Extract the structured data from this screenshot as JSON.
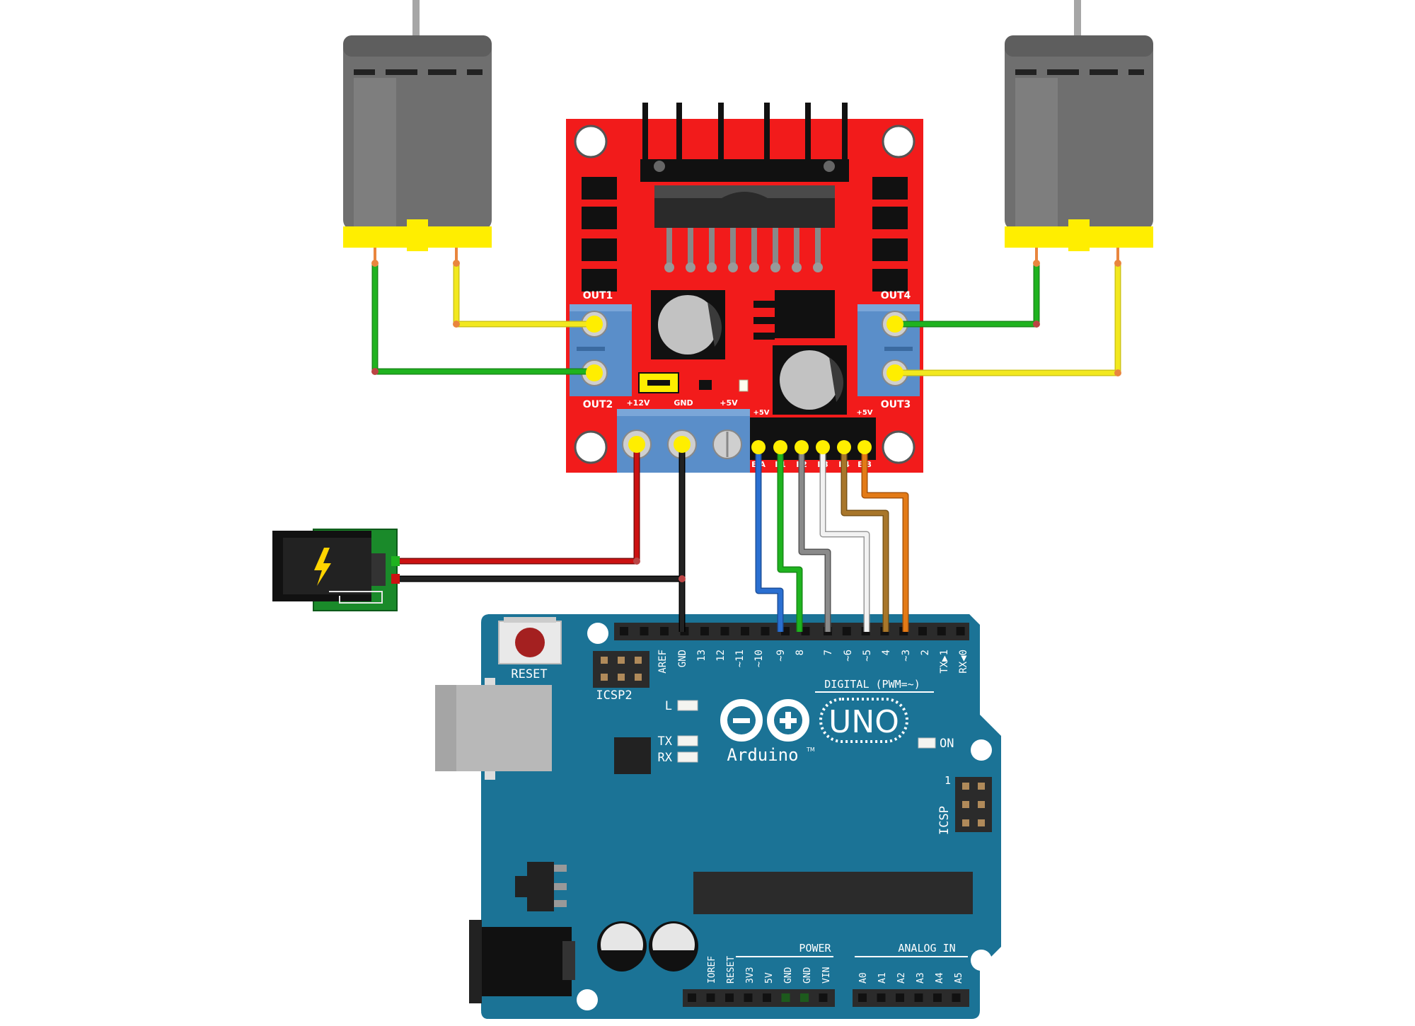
{
  "driver": {
    "labels": {
      "out1": "OUT1",
      "out2": "OUT2",
      "out3": "OUT3",
      "out4": "OUT4",
      "v12": "+12V",
      "gnd": "GND",
      "v5": "+5V",
      "ena5v": "+5V",
      "enb5v": "+5V"
    },
    "pin_labels": [
      "E A",
      "I 1",
      "I 2",
      "I 3",
      "I 4",
      "E B"
    ]
  },
  "arduino": {
    "reset": "RESET",
    "icsp2": "ICSP2",
    "icsp": "ICSP",
    "icsp_pin1": "1",
    "led_l": "L",
    "led_tx": "TX",
    "led_rx": "RX",
    "on": "ON",
    "uno": "UNO",
    "brand": "Arduino",
    "tm": "TM",
    "digital": "DIGITAL (PWM=~)",
    "power": "POWER",
    "analog": "ANALOG IN",
    "top_pins_left": [
      "AREF",
      "GND",
      "13",
      "12",
      "~11",
      "~10",
      "~9",
      "8"
    ],
    "top_pins_right": [
      "7",
      "~6",
      "~5",
      "4",
      "~3",
      "2",
      "TX▶1",
      "RX◀0"
    ],
    "power_pins": [
      "IOREF",
      "RESET",
      "3V3",
      "5V",
      "GND",
      "GND",
      "VIN"
    ],
    "analog_pins": [
      "A0",
      "A1",
      "A2",
      "A3",
      "A4",
      "A5"
    ]
  },
  "colors": {
    "driver_red": "#f21b1b",
    "arduino_teal": "#1b7396",
    "motor_gray": "#6f6f6f",
    "motor_yellow": "#ffee00",
    "wire_green": "#1fb31f",
    "wire_yellow": "#f2e81f",
    "wire_red": "#cc1111",
    "wire_black": "#111111",
    "wire_blue": "#2a6fd1",
    "wire_gray": "#808080",
    "wire_white": "#e8e8e8",
    "wire_brown": "#a8762a",
    "wire_orange": "#e37a16"
  }
}
